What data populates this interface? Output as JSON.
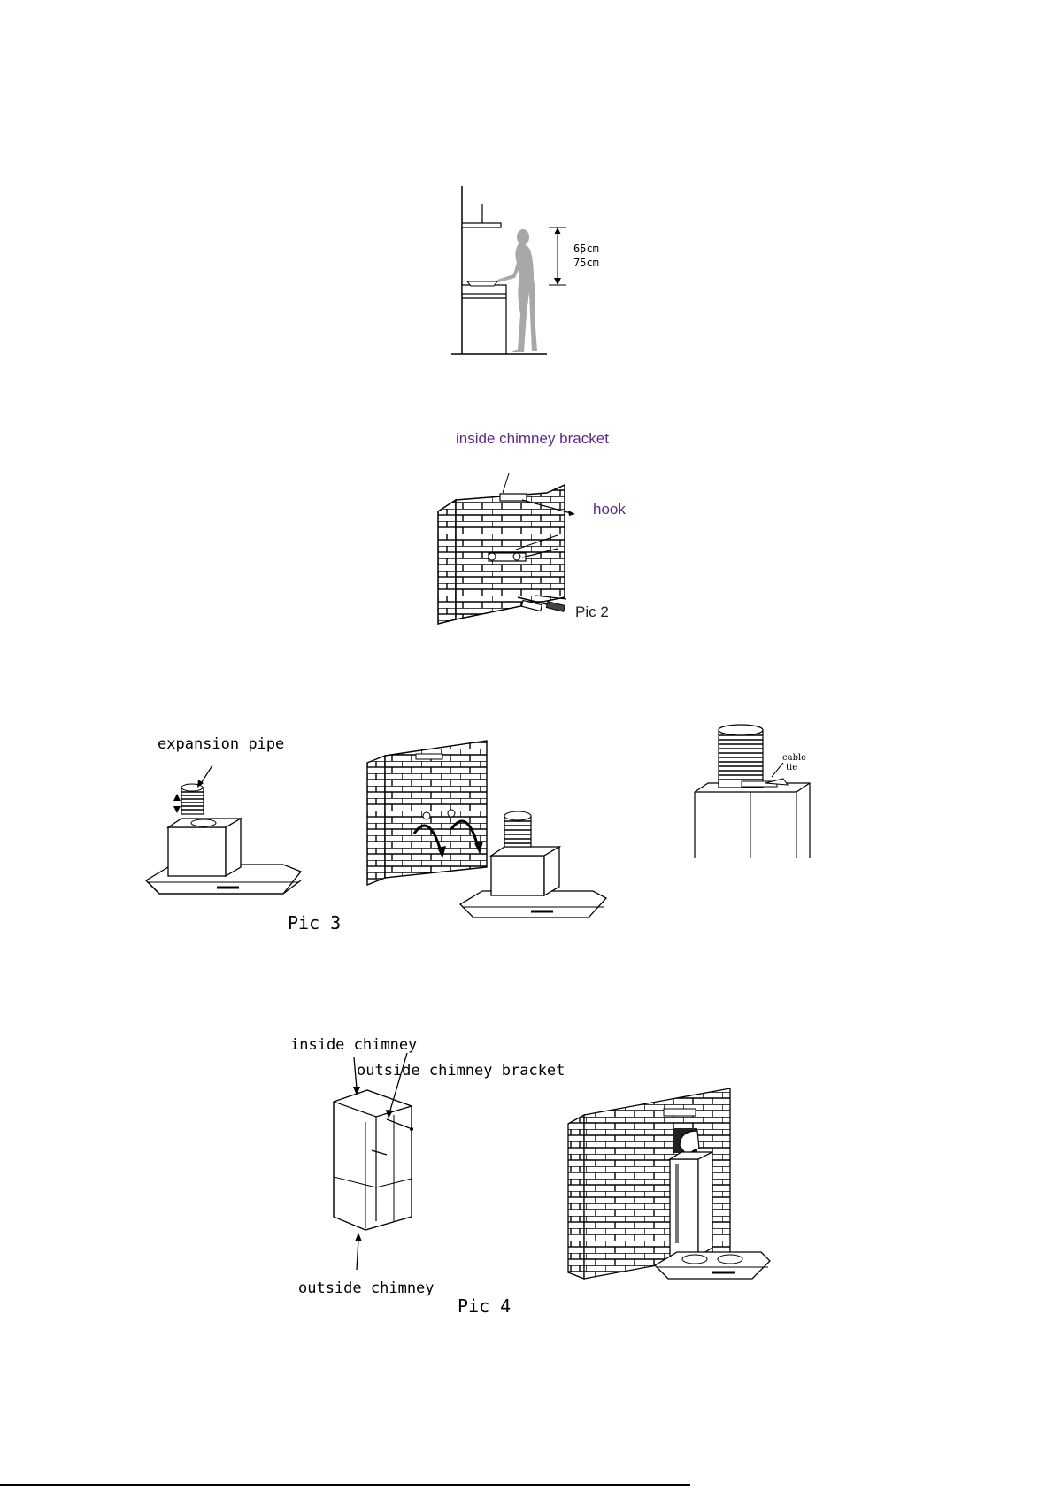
{
  "figure1": {
    "height_top": "65cm",
    "height_bottom": "75cm"
  },
  "figure2": {
    "label_bracket": "inside chimney bracket",
    "label_hook": "hook",
    "caption": "Pic 2"
  },
  "figure3": {
    "label_pipe": "expansion pipe",
    "label_tie_1": "cable",
    "label_tie_2": "tie",
    "caption": "Pic 3"
  },
  "figure4": {
    "label_inside": "inside chimney",
    "label_bracket": "outside chimney bracket",
    "label_outside": "outside chimney",
    "caption": "Pic 4"
  },
  "colors": {
    "label_purple": "#5b2a86",
    "line": "#000000",
    "body_fill": "#b3b3b3"
  }
}
